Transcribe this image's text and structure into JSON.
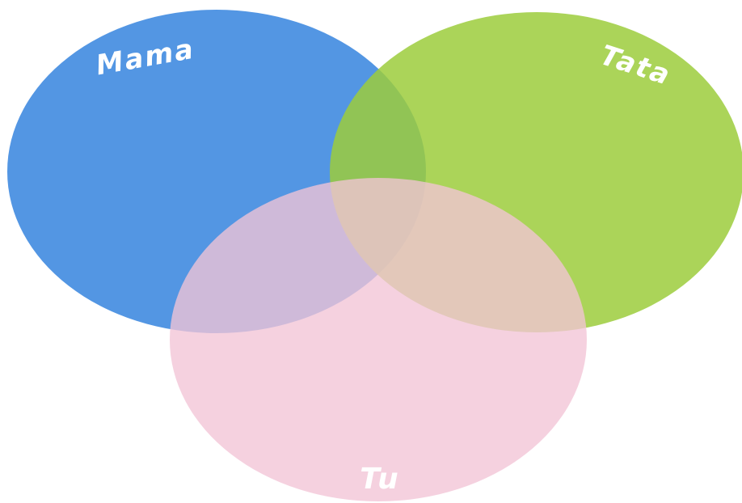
{
  "diagram": {
    "type": "venn-3",
    "sets": [
      {
        "id": "mama",
        "label": "Mama",
        "color": "#4a90e2"
      },
      {
        "id": "tata",
        "label": "Tata",
        "color": "#9ccc3c"
      },
      {
        "id": "tu",
        "label": "Tu",
        "color": "#f2c4d6"
      }
    ]
  }
}
